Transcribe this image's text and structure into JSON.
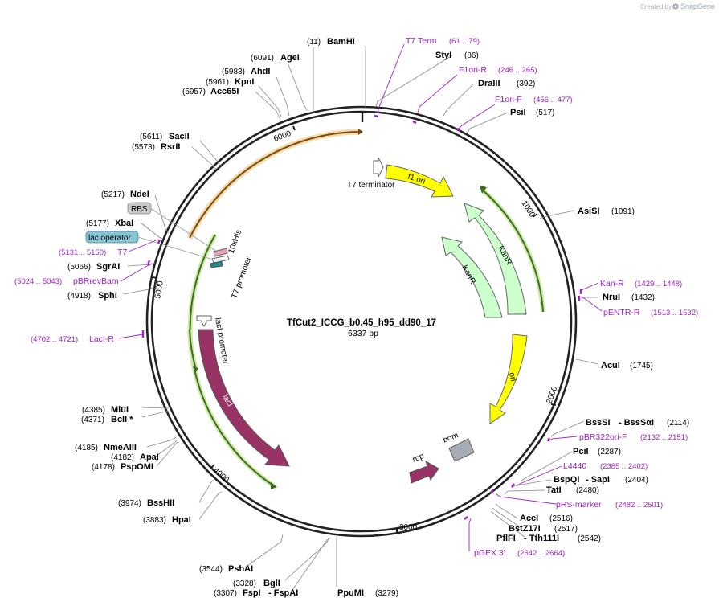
{
  "credit": {
    "text": "Created by",
    "brand": "SnapGene"
  },
  "plasmid": {
    "name": "TfCut2_ICCG_b0.45_h95_dd90_17",
    "length": "6337 bp"
  },
  "ticks": [
    "1000",
    "2000",
    "3000",
    "4000",
    "5000",
    "6000"
  ],
  "features": {
    "f1ori": "f1 ori",
    "t7term": "T7 terminator",
    "kanr1": "KanR",
    "kanr2": "KanR",
    "ori": "ori",
    "bom": "bom",
    "rop": "rop",
    "laci": "lacI",
    "lacip": "lacI promoter",
    "his": "10xHis",
    "t7p": "T7 promoter",
    "rbs": "RBS",
    "lacop": "lac operator"
  },
  "enzymes": {
    "bamhi": {
      "pos": "(11)",
      "name": "BamHI"
    },
    "styi": {
      "pos": "(86)",
      "name": "StyI"
    },
    "draiii": {
      "pos": "(392)",
      "name": "DraIII"
    },
    "psii": {
      "pos": "(517)",
      "name": "PsiI"
    },
    "asisi": {
      "pos": "(1091)",
      "name": "AsiSI"
    },
    "nrui": {
      "pos": "(1432)",
      "name": "NruI"
    },
    "acui": {
      "pos": "(1745)",
      "name": "AcuI"
    },
    "bsssi": {
      "pos": "(2114)",
      "name": "BssSI",
      "extra": "- BssSαI"
    },
    "pcii": {
      "pos": "(2287)",
      "name": "PciI"
    },
    "bspqi": {
      "pos": "(2404)",
      "name": "BspQI",
      "extra": "- SapI"
    },
    "tati": {
      "pos": "(2480)",
      "name": "TatI"
    },
    "acci": {
      "pos": "(2516)",
      "name": "AccI"
    },
    "bstz": {
      "pos": "(2517)",
      "name": "BstZ17I"
    },
    "pflfi": {
      "pos": "(2542)",
      "name": "PflFI",
      "extra": "- Tth111I"
    },
    "ppumi": {
      "pos": "(3279)",
      "name": "PpuMI"
    },
    "fspi": {
      "pos": "(3307)",
      "name": "FspI",
      "extra": "- FspAI"
    },
    "bgli": {
      "pos": "(3328)",
      "name": "BglI"
    },
    "pshai": {
      "pos": "(3544)",
      "name": "PshAI"
    },
    "hpai": {
      "pos": "(3883)",
      "name": "HpaI"
    },
    "bsshii": {
      "pos": "(3974)",
      "name": "BssHII"
    },
    "pspomi": {
      "pos": "(4178)",
      "name": "PspOMI"
    },
    "apai": {
      "pos": "(4182)",
      "name": "ApaI"
    },
    "nmeaiii": {
      "pos": "(4185)",
      "name": "NmeAIII"
    },
    "bcli": {
      "pos": "(4371)",
      "name": "BclI *"
    },
    "mlui": {
      "pos": "(4385)",
      "name": "MluI"
    },
    "sphi": {
      "pos": "(4918)",
      "name": "SphI"
    },
    "sgrai": {
      "pos": "(5066)",
      "name": "SgrAI"
    },
    "xbai": {
      "pos": "(5177)",
      "name": "XbaI"
    },
    "ndei": {
      "pos": "(5217)",
      "name": "NdeI"
    },
    "rsrii": {
      "pos": "(5573)",
      "name": "RsrII"
    },
    "sacii": {
      "pos": "(5611)",
      "name": "SacII"
    },
    "acc65i": {
      "pos": "(5957)",
      "name": "Acc65I"
    },
    "kpni": {
      "pos": "(5961)",
      "name": "KpnI"
    },
    "ahdi": {
      "pos": "(5983)",
      "name": "AhdI"
    },
    "agei": {
      "pos": "(6091)",
      "name": "AgeI"
    }
  },
  "primers": {
    "t7term": {
      "name": "T7 Term",
      "pos": "(61 .. 79)"
    },
    "f1orir": {
      "name": "F1ori-R",
      "pos": "(246 .. 265)"
    },
    "f1orif": {
      "name": "F1ori-F",
      "pos": "(456 .. 477)"
    },
    "kanr": {
      "name": "Kan-R",
      "pos": "(1429 .. 1448)"
    },
    "pentrr": {
      "name": "pENTR-R",
      "pos": "(1513 .. 1532)"
    },
    "pbr322": {
      "name": "pBR322ori-F",
      "pos": "(2132 .. 2151)"
    },
    "l4440": {
      "name": "L4440",
      "pos": "(2385 .. 2402)"
    },
    "prs": {
      "name": "pRS-marker",
      "pos": "(2482 .. 2501)"
    },
    "pgex": {
      "name": "pGEX 3'",
      "pos": "(2642 .. 2664)"
    },
    "lacir": {
      "name": "LacI-R",
      "pos": "(4702 .. 4721)"
    },
    "pbrrev": {
      "name": "pBRrevBam",
      "pos": "(5024 .. 5043)"
    },
    "t7": {
      "name": "T7",
      "pos": "(5131 .. 5150)"
    }
  },
  "colors": {
    "backbone": "#222222",
    "primer": "#a020c8",
    "ori": "#ffff00",
    "kanr": "#ccffcc",
    "laci": "#993366",
    "orange": "#ffcc66",
    "bom": "#a6acb3",
    "rop": "#993366"
  }
}
